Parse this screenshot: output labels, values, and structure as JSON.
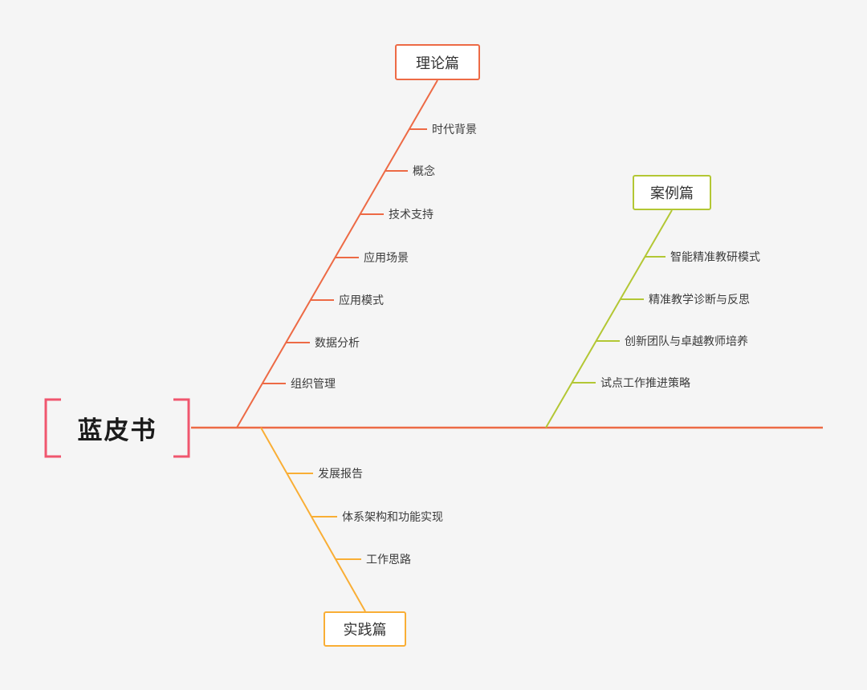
{
  "title": "蓝皮书",
  "colors": {
    "bg": "#f5f5f5",
    "spine": "#ed6a45",
    "theory": "#ed6a45",
    "case": "#b3c734",
    "practice": "#f9ae35",
    "bracket": "#f0566e",
    "text": "#333333"
  },
  "branches": {
    "theory": {
      "label": "理论篇",
      "items": [
        "时代背景",
        "概念",
        "技术支持",
        "应用场景",
        "应用模式",
        "数据分析",
        "组织管理"
      ]
    },
    "case": {
      "label": "案例篇",
      "items": [
        "智能精准教研模式",
        "精准教学诊断与反思",
        "创新团队与卓越教师培养",
        "试点工作推进策略"
      ]
    },
    "practice": {
      "label": "实践篇",
      "items": [
        "发展报告",
        "体系架构和功能实现",
        "工作思路"
      ]
    }
  }
}
